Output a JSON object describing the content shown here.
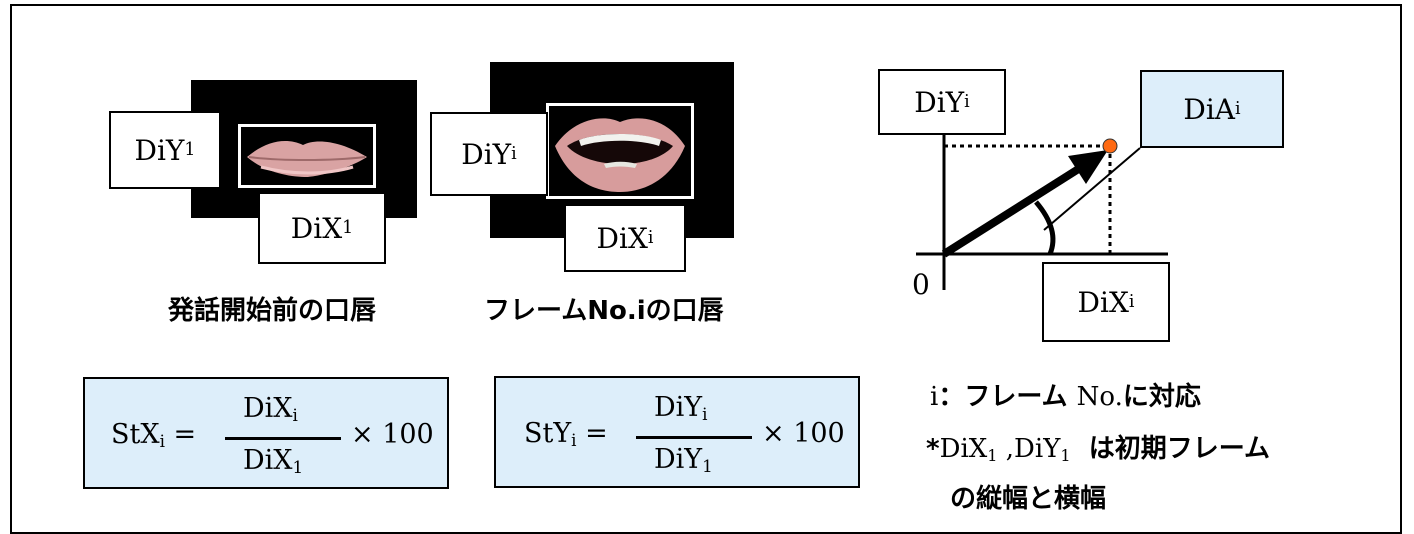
{
  "left_image": {
    "y_label": "DiY",
    "y_sub": "1",
    "x_label": "DiX",
    "x_sub": "1",
    "caption": "発話開始前の口唇"
  },
  "middle_image": {
    "y_label": "DiY",
    "y_sub": "i",
    "x_label": "DiX",
    "x_sub": "i",
    "caption": "フレームNo.iの口唇"
  },
  "vector_diagram": {
    "y_label": "DiY",
    "y_sub": "i",
    "x_label": "DiX",
    "x_sub": "i",
    "a_label": "DiA",
    "a_sub": "i",
    "origin_label": "0",
    "point_color": "#ff6a13",
    "box_color": "#ddeefa"
  },
  "formula_x": {
    "lhs": "StX",
    "lhs_sub": "i",
    "equals": "=",
    "num": "DiX",
    "num_sub": "i",
    "den": "DiX",
    "den_sub": "1",
    "multiplier": "× 100"
  },
  "formula_y": {
    "lhs": "StY",
    "lhs_sub": "i",
    "equals": "=",
    "num": "DiY",
    "num_sub": "i",
    "den": "DiY",
    "den_sub": "1",
    "multiplier": "× 100"
  },
  "notes": {
    "line1_var": "i",
    "line1_text": "：フレーム",
    "line1_serif": "No.",
    "line1_end": "に対応",
    "line2_star": "*",
    "line2_vars": "DiX",
    "line2_sub1": "1",
    "line2_sep": " ,DiY",
    "line2_sub2": "1",
    "line2_text": "は初期フレーム",
    "line3_text": "の縦幅と横幅"
  }
}
